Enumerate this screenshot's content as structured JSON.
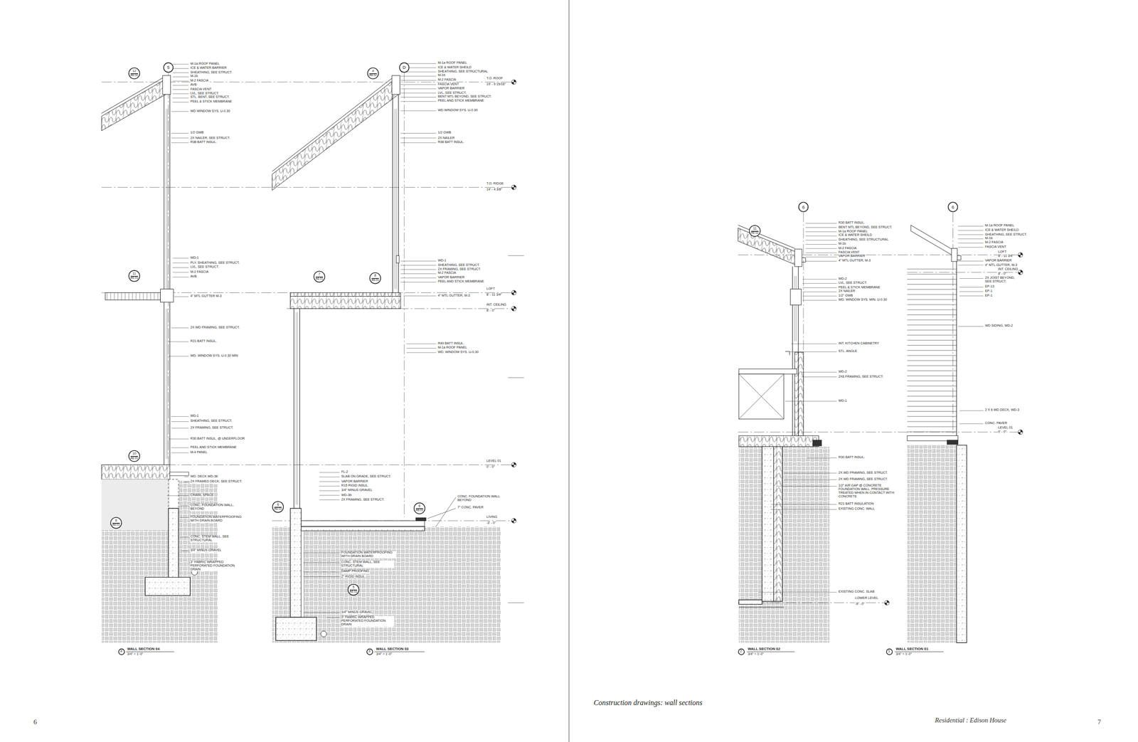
{
  "diagram": {
    "caption": "Construction drawings: wall sections",
    "nodes": [
      {
        "text": [
          "5"
        ]
      },
      {
        "text": [
          "12",
          "A6.02"
        ]
      },
      {
        "text": [
          "D"
        ]
      },
      {
        "text": [
          "4",
          "A6.02"
        ]
      },
      {
        "text": [
          "11",
          "A6.01"
        ]
      },
      {
        "text": [
          "7",
          "A6.01"
        ]
      },
      {
        "text": [
          "8",
          "A6.01"
        ]
      },
      {
        "text": [
          "10",
          "A6.01"
        ]
      },
      {
        "text": [
          "8",
          "A6.01"
        ]
      },
      {
        "text": [
          "6",
          "A6.01"
        ]
      },
      {
        "text": [
          "6",
          "A6.01"
        ]
      },
      {
        "text": [
          "5",
          "A6.01"
        ]
      },
      {
        "text": [
          "4"
        ]
      },
      {
        "text": [
          "3"
        ]
      },
      {
        "text": [
          "6"
        ]
      },
      {
        "text": [
          "6"
        ]
      },
      {
        "text": [
          "11",
          "A6.02"
        ]
      },
      {
        "text": [
          "2"
        ]
      },
      {
        "text": [
          "1"
        ]
      }
    ],
    "labels": [
      "M-1a ROOF PANEL",
      "ICE & WATER BARRIER",
      "SHEATHING, SEE STRUCT.",
      "M-1b",
      "M-2 FASCIA",
      "AVB",
      "FASCIA VENT",
      "LVL, SEE STRUCT.",
      "STL. BENT, SEE STRUCT.",
      "PEEL & STICK MEMBRANE",
      "WD WINDOW SYS. U-0.30",
      "1/2 GWB",
      "2X NAILER, SEE STRUCT.",
      "R38 BATT INSUL.",
      "WD-1",
      "PLY. SHEATHING, SEE STRUCT.",
      "LVL, SEE STRUCT.",
      "M-2 FASCIA",
      "AVB",
      "4\" MTL GUTTER M-3",
      "2X WD FRAMING, SEE STRUCT.",
      "R21 BATT INSUL.",
      "WD. WINDOW SYS. U-0.30 MIN",
      "WD-1",
      "SHEATHING, SEE STRUCT.",
      "2X FRAMING, SEE STRUCT.",
      "R30 BATT INSUL. @ UNDERFLOOR",
      "PEEL AND STICK MEMBRANE",
      "M-4 PANEL",
      "WD. DECK WD-3b",
      "2X FRAMED DECK, SEE STRUCT.",
      "CRAWL SPACE",
      "CONC. FOUNDATION WALL, BEYOND",
      "FOUNDATION WATERPROOFING WITH DRAIN BOARD",
      "CONC. STEM WALL, SEE STRUCTURAL",
      "3/4\" MINUS GRAVEL",
      "3\" FABRIC WRAPPED PERFORATED FOUNDATION DRAIN",
      "WALL SECTION 04",
      "3/4\" = 1'-0\"",
      "M-1a ROOF PANEL",
      "ICE & WATER SHEILD",
      "SHEATHING, SEE STRUCTURAL",
      "M-1b",
      "M-2 FASCIA",
      "FASCIA VENT",
      "VAPOR BARRIER",
      "LVL, SEE STRUCT.",
      "BENT MTL BEYOND, SEE STRUCT.",
      "PEEL AND STICK MEMBRANE",
      "WD WINDOW SYS. U-0.30",
      "1/2 GWB",
      "2X NAILER",
      "R38 BATT INSUL.",
      "WD-1",
      "SHEATHING, SEE STRUCT.",
      "2X FRAMING, SEE STRUCT.",
      "M-2 FASCIA",
      "VAPOR BARRIER",
      "PEEL AND STICK MEMBRANE",
      "4\" MTL GUTTER, M-3",
      "R49 BATT INSUL.",
      "M-1a ROOF PANEL",
      "WD. WINDOW SYS. U-0.30",
      "FL-2",
      "SLAB ON GRADE, SEE STRUCT.",
      "VAPOR BARRIER",
      "R15 RIGID INSUL.",
      "3/4\" MINUS GRAVEL",
      "WD-3b",
      "2X FRAMING, SEE STRUCT.",
      "FOUNDATION WATERPROOFING WITH DRAIN BOARD",
      "CONC. STEM WALL, SEE STRUCTURAL",
      "DAMP PROOFING",
      "2\" RIGID INSUL.",
      "3/4\" MINUS GRAVEL",
      "3\" FABRIC WRAPPED PERFORATED FOUNDATION DRAIN",
      "CONC. FOUNDATION WALL BEYOND",
      "7\" CONC. PAVER",
      "WALL SECTION 03",
      "3/4\" = 1'-0\"",
      "T.O. ROOF",
      "19' - 9 15/16\"",
      "T.O. RIDGE",
      "14' - 4 3/8\"",
      "LOFT",
      "8' - 11 3/4\"",
      "INT. CEILING",
      "8' - 0\"",
      "LEVEL 01",
      "0' - 0\"",
      "LIVING",
      "-3' - 0\"",
      "R30 BATT INSUL.",
      "BENT MTL BEYOND, SEE STRUCT.",
      "M-1a ROOF PANEL",
      "ICE & WATER SHEILD",
      "SHEATHING, SEE STRUCTURAL",
      "M-1b",
      "M-2 FASCIA",
      "FASCIA VENT",
      "VAPOR BARRIER",
      "4\" MTL GUTTER, M-3",
      "WD-2",
      "LVL, SEE STRUCT.",
      "PEEL & STICK MEMBRANE",
      "2X NAILER",
      "1/2\" GWB",
      "WD. WINDOW SYS. MIN. U-0.30",
      "INT. KITCHEN CABINETRY",
      "STL. ANGLE",
      "WD-2",
      "2X6 FRAMING, SEE STRUCT.",
      "WD-1",
      "R30 BATT INSUL.",
      "2X WD FRAMING, SEE STRUCT.",
      "2X WD FRAMING, SEE STRUCT.",
      "1/2\" AIR GAP @ CONCRETE FOUNDATION WALL. PRESSURE TREATED WHEN IN CONTACT WITH CONCRETE",
      "R21 BATT INSULATION",
      "EXISTING CONC. WALL",
      "EXISTING CONC. SLAB",
      "LOWER LEVEL",
      "-9' - 0\"",
      "WALL SECTION 02",
      "3/4\" = 1'-0\"",
      "M-1a ROOF PANEL",
      "ICE & WATER SHEILD",
      "SHEATHING, SEE STRUCT.",
      "M-1b",
      "M-2 FASCIA",
      "FASCIA VENT",
      "LOFT",
      "8' - 11 3/4\"",
      "VAPOR BARRIER",
      "4\" MTL GUTTER, M-3",
      "INT. CEILING",
      "8' - 0\"",
      "2X JOIST BEYOND, SEE STRUCT.",
      "EP-13",
      "EP-1",
      "EP-1",
      "WD SIDING, WD-2",
      "2 X 6 WD DECK, WD-3",
      "CONC. PAVER",
      "LEVEL 01",
      "0' - 0\"",
      "WALL SECTION 01",
      "3/4\" = 1'-0\"",
      "6",
      "7",
      "Residential : Edison House"
    ]
  }
}
